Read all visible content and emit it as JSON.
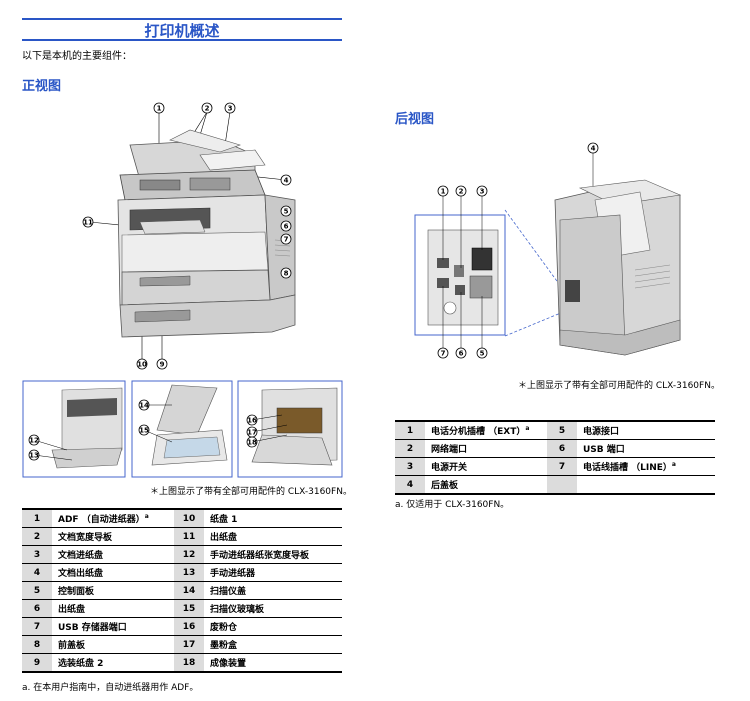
{
  "page": {
    "title": "打印机概述",
    "intro": "以下是本机的主要组件："
  },
  "front": {
    "heading": "正视图",
    "callouts": [
      "1",
      "2",
      "3",
      "4",
      "5",
      "6",
      "7",
      "8",
      "9",
      "10",
      "11",
      "12",
      "13",
      "14",
      "15",
      "16",
      "17",
      "18"
    ],
    "caption": "＊上图显示了带有全部可用配件的 CLX-3160FN。",
    "rows": [
      {
        "n1": "1",
        "l1": "ADF （自动进纸器）",
        "s1": "a",
        "n2": "10",
        "l2": "纸盘 1"
      },
      {
        "n1": "2",
        "l1": "文档宽度导板",
        "s1": "",
        "n2": "11",
        "l2": "出纸盘"
      },
      {
        "n1": "3",
        "l1": "文档进纸盘",
        "s1": "",
        "n2": "12",
        "l2": "手动进纸器纸张宽度导板"
      },
      {
        "n1": "4",
        "l1": "文档出纸盘",
        "s1": "",
        "n2": "13",
        "l2": "手动进纸器"
      },
      {
        "n1": "5",
        "l1": "控制面板",
        "s1": "",
        "n2": "14",
        "l2": "扫描仪盖"
      },
      {
        "n1": "6",
        "l1": "出纸盘",
        "s1": "",
        "n2": "15",
        "l2": "扫描仪玻璃板"
      },
      {
        "n1": "7",
        "l1": "USB 存储器端口",
        "s1": "",
        "n2": "16",
        "l2": "废粉仓"
      },
      {
        "n1": "8",
        "l1": "前盖板",
        "s1": "",
        "n2": "17",
        "l2": "墨粉盒"
      },
      {
        "n1": "9",
        "l1": "选装纸盘 2",
        "s1": "",
        "n2": "18",
        "l2": "成像装置"
      }
    ],
    "footnote": "a. 在本用户指南中，自动进纸器用作 ADF。"
  },
  "rear": {
    "heading": "后视图",
    "callouts": [
      "1",
      "2",
      "3",
      "4",
      "5",
      "6",
      "7"
    ],
    "caption": "＊上图显示了带有全部可用配件的 CLX-3160FN。",
    "rows": [
      {
        "n1": "1",
        "l1": "电话分机插槽 （EXT）",
        "s1": "a",
        "n2": "5",
        "l2": "电源接口",
        "s2": ""
      },
      {
        "n1": "2",
        "l1": "网络端口",
        "s1": "",
        "n2": "6",
        "l2": "USB 端口",
        "s2": ""
      },
      {
        "n1": "3",
        "l1": "电源开关",
        "s1": "",
        "n2": "7",
        "l2": "电话线插槽 （LINE）",
        "s2": "a"
      },
      {
        "n1": "4",
        "l1": "后盖板",
        "s1": "",
        "n2": "",
        "l2": "",
        "s2": ""
      }
    ],
    "footnote": "a. 仅适用于 CLX-3160FN。"
  },
  "colors": {
    "accent": "#2a56c6",
    "panel_border": "#4466cc",
    "table_shade": "#dcdcdc"
  }
}
